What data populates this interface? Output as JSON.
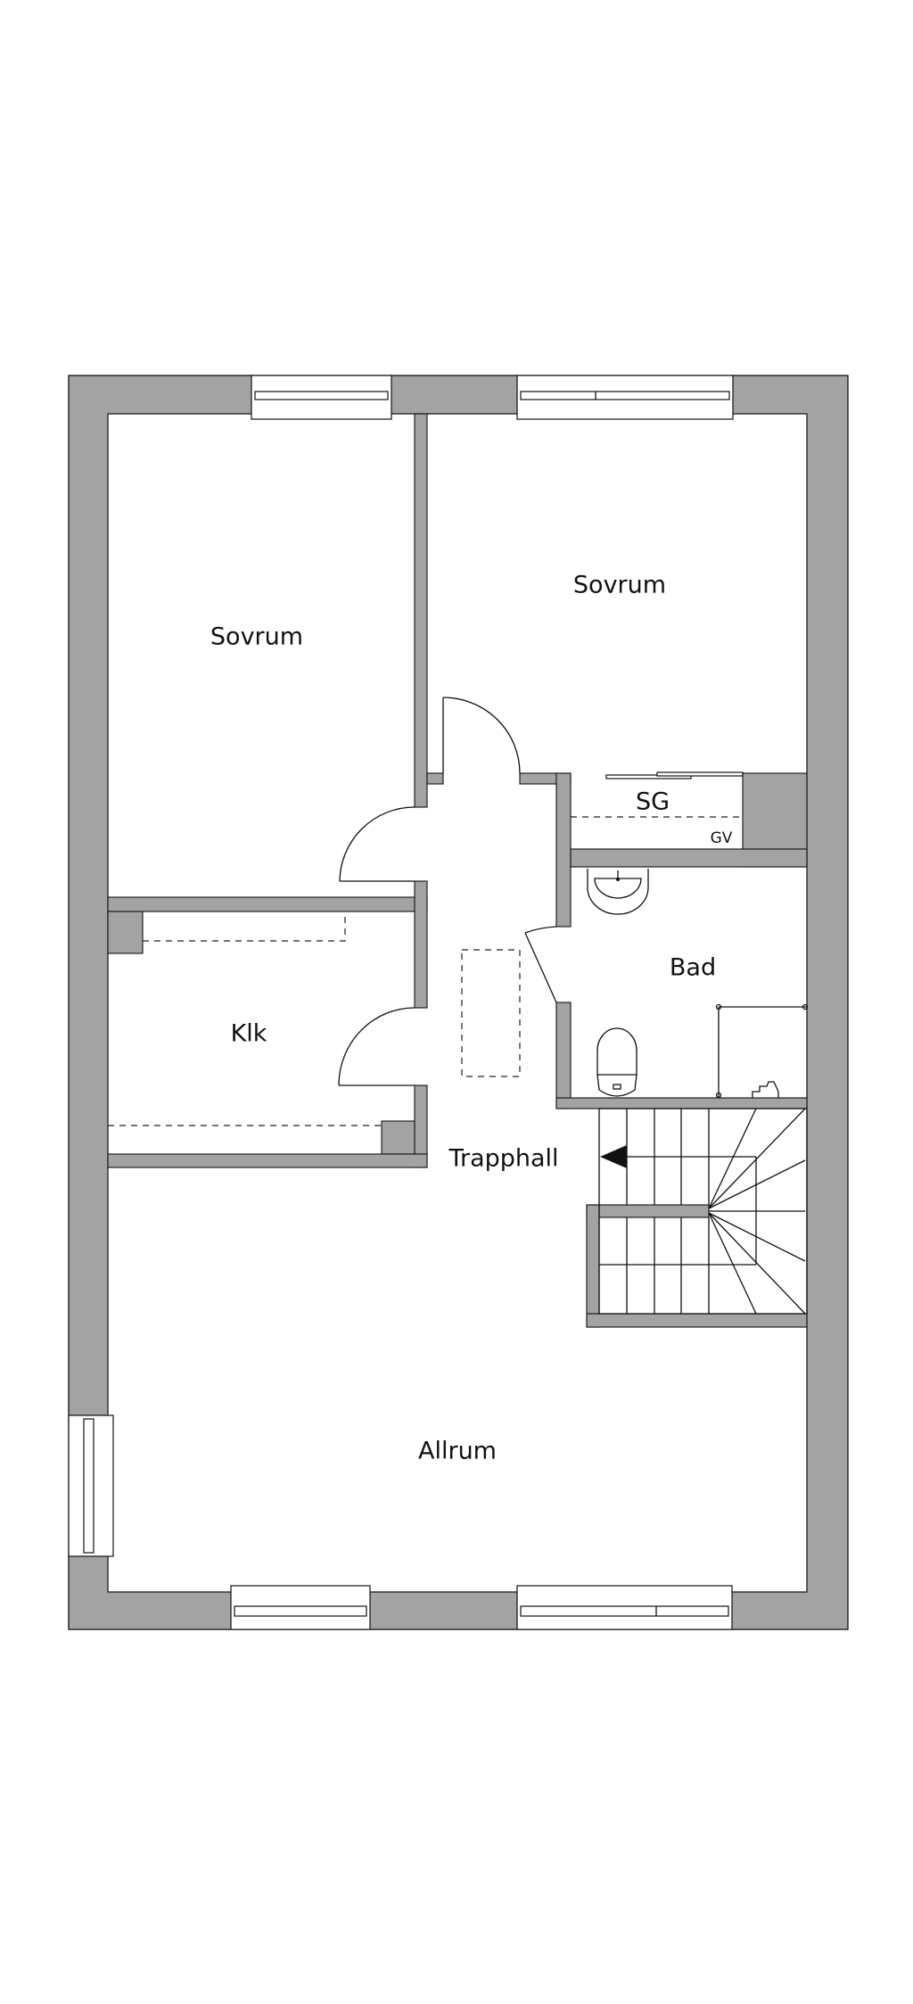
{
  "floorplan": {
    "rooms": {
      "bedroom_left": "Sovrum",
      "bedroom_right": "Sovrum",
      "closet": "SG",
      "closet_note": "GV",
      "bathroom": "Bad",
      "walk_in_closet": "Klk",
      "stair_hall": "Trapphall",
      "living_room": "Allrum"
    },
    "colors": {
      "wall": "#a3a3a3",
      "line": "#111111",
      "background": "#ffffff"
    }
  }
}
